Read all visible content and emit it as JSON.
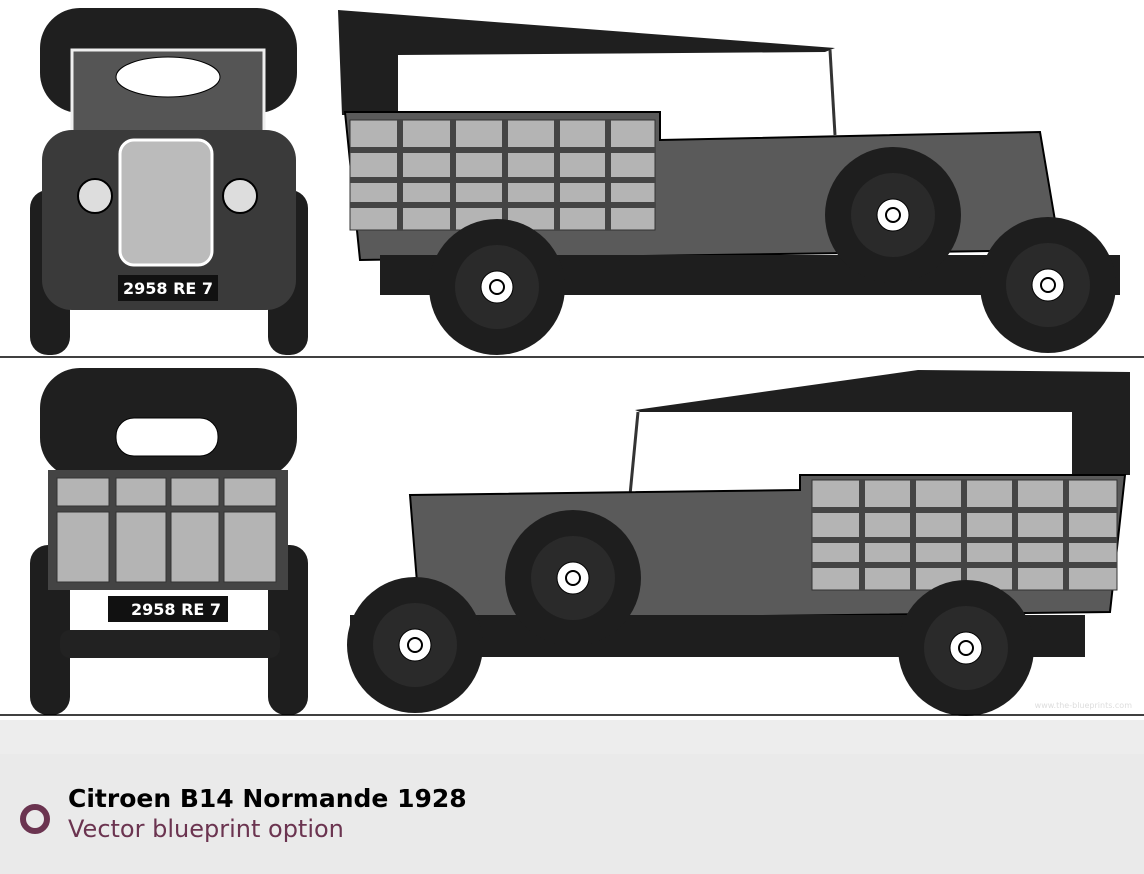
{
  "caption": {
    "title": "Citroen B14 Normande 1928",
    "subtitle": "Vector blueprint option",
    "icon": "ring-icon",
    "accent_color": "#6b3450"
  },
  "views": {
    "front_plate": "2958 RE 7",
    "rear_plate": "2958 RE 7",
    "watermark": "www.the-blueprints.com"
  },
  "colors": {
    "body": "#5a5a5a",
    "dark": "#222222",
    "panel": "#b4b4b4",
    "footer": "#ededed"
  }
}
